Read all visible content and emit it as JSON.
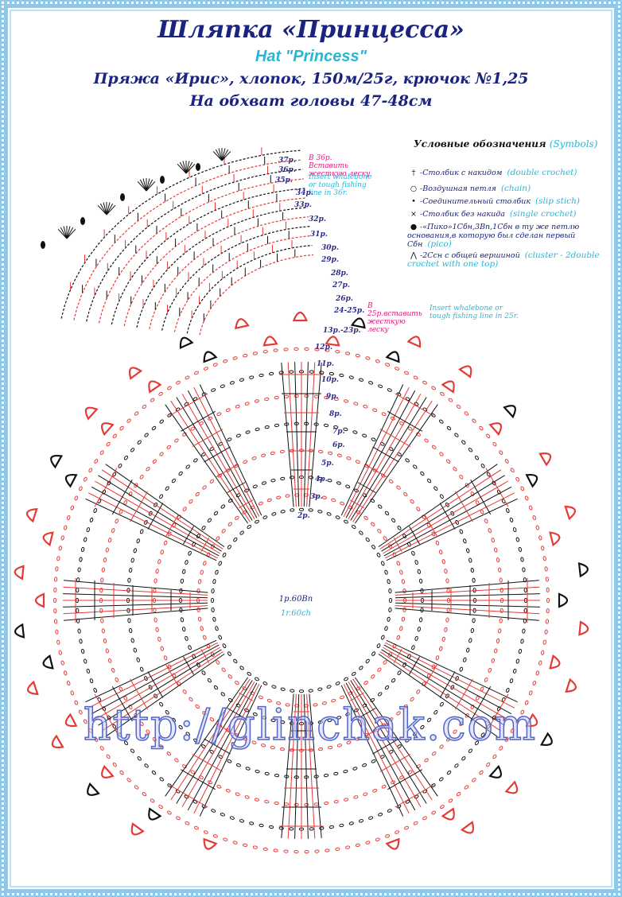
{
  "header": {
    "title_ru": "Шляпка «Принцесса»",
    "title_en": "Hat \"Princess\"",
    "yarn": "Пряжа «Ирис», хлопок, 150м/25г, крючок №1,25",
    "size": "На обхват головы 47-48см"
  },
  "legend": {
    "title_ru": "Условные обозначения",
    "title_en": "(Symbols)",
    "items": [
      {
        "icon": "double-crochet-icon",
        "symbol": "†",
        "ru": "-Столбик с накидом",
        "en": "(double crochet)"
      },
      {
        "icon": "chain-icon",
        "symbol": "○",
        "ru": "-Воздушная петля",
        "en": "(chain)"
      },
      {
        "icon": "slip-stitch-icon",
        "symbol": "•",
        "ru": "-Соединительный столбик",
        "en": "(slip stich)"
      },
      {
        "icon": "single-crochet-icon",
        "symbol": "×",
        "ru": "-Столбик без накида",
        "en": "(single crochet)"
      },
      {
        "icon": "picot-icon",
        "symbol": "●",
        "ru": "-«Пико»1Сбн,3Вп,1Сбн в ту же петлю основания,в которую был сделан первый Сбн",
        "en": "(pico)"
      },
      {
        "icon": "cluster-icon",
        "symbol": "⋀",
        "ru": "-2Ссн с общей вершиной",
        "en": "(cluster - 2double crochet with one top)"
      }
    ]
  },
  "rows": [
    "37р.",
    "36р.",
    "35р.",
    "34р.",
    "33р.",
    "32р.",
    "31р.",
    "30р.",
    "29р.",
    "28р.",
    "27р.",
    "26р.",
    "24-25р.",
    "13р.-23р.",
    "12р.",
    "11р.",
    "10р.",
    "9р.",
    "8р.",
    "7р.",
    "6р.",
    "5р.",
    "4р.",
    "3р.",
    "2р."
  ],
  "notes": {
    "row36_ru": "В 36р. Вставить жесткую леску",
    "row36_en": "Insert whalebone or tough fishing line in 36r.",
    "row25_ru": "В 25р.вставить жесткую леску",
    "row25_en": "Insert whalebone or tough fishing line in 25r."
  },
  "center": {
    "ru": "1р.60Вп",
    "en": "1r.60ch"
  },
  "watermark": "http://glinchak.com",
  "colors": {
    "frame": "#8ec8ea",
    "title": "#1a237e",
    "accent": "#29b6d6",
    "stitch_red": "#e53935",
    "stitch_black": "#111111",
    "note": "#e0157d"
  }
}
